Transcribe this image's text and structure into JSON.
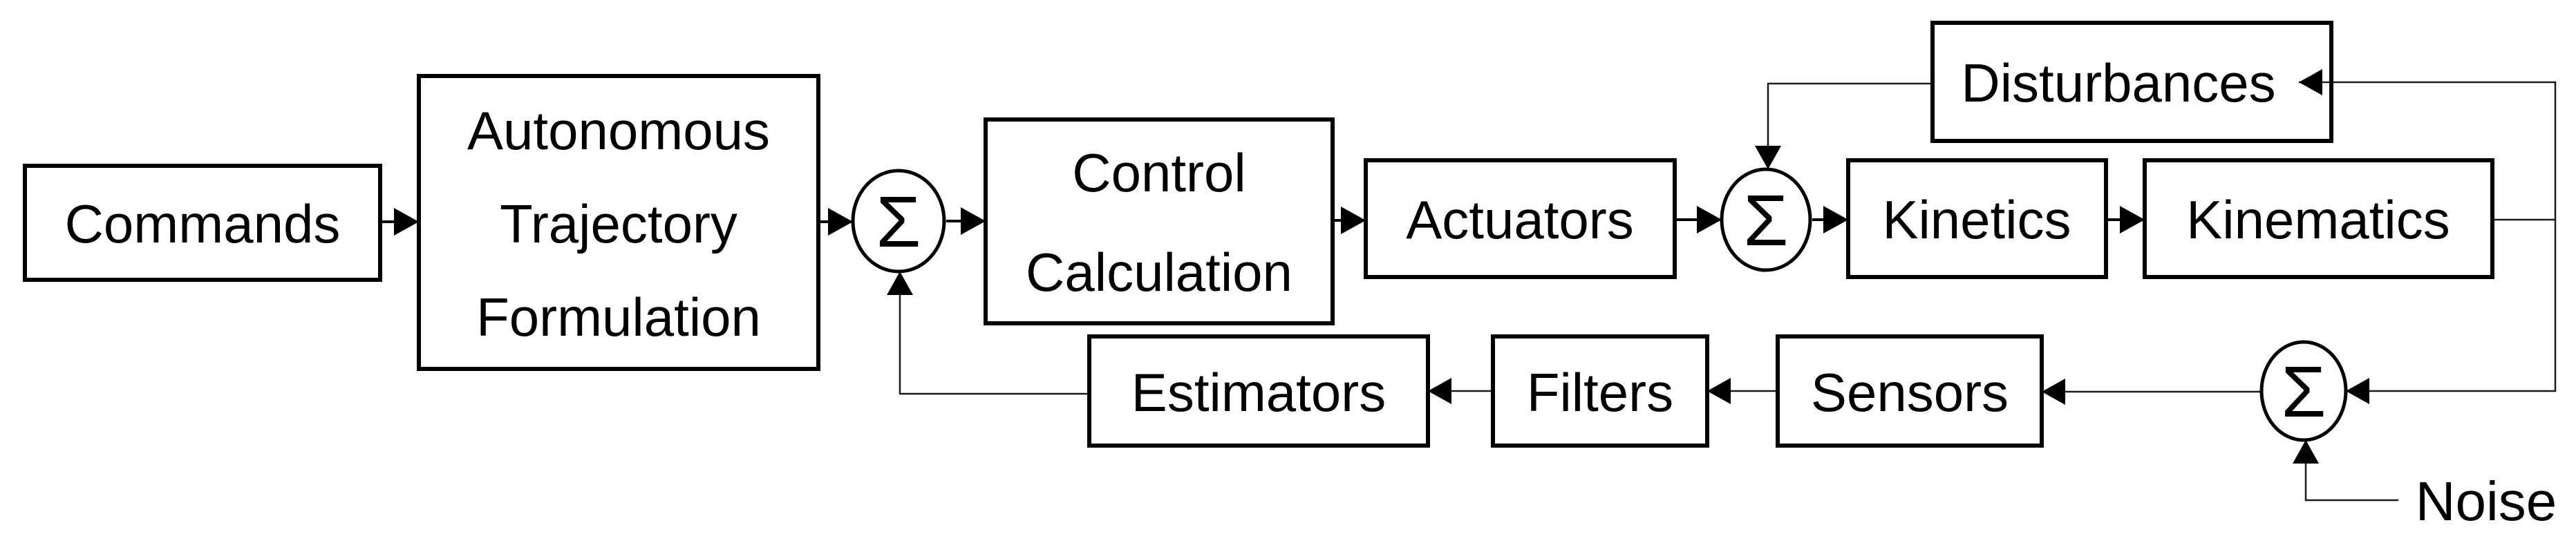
{
  "diagram": {
    "background_color": "#ffffff",
    "line_color": "#000000",
    "box_fill_color": "#ffffff",
    "sigma": "Σ",
    "nodes": {
      "commands": {
        "label": "Commands"
      },
      "autonomous_trajectory_formulation": {
        "lines": [
          "Autonomous",
          "Trajectory",
          "Formulation"
        ]
      },
      "control_calculation": {
        "lines": [
          "Control",
          "Calculation"
        ]
      },
      "actuators": {
        "label": "Actuators"
      },
      "kinetics": {
        "label": "Kinetics"
      },
      "kinematics": {
        "label": "Kinematics"
      },
      "disturbances": {
        "label": "Disturbances"
      },
      "estimators": {
        "label": "Estimators"
      },
      "filters": {
        "label": "Filters"
      },
      "sensors": {
        "label": "Sensors"
      }
    },
    "labels": {
      "noise": "Noise"
    }
  }
}
